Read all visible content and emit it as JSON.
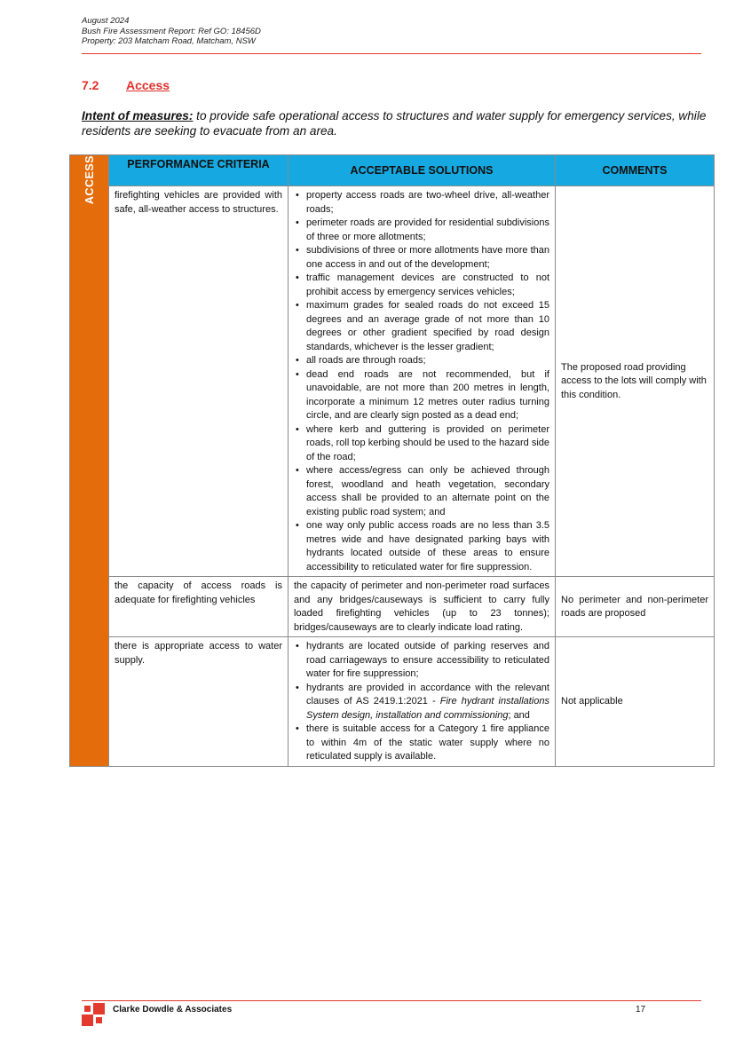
{
  "header": {
    "line1": "August 2024",
    "line2": "Bush Fire Assessment Report: Ref GO: 18456D",
    "line3": "Property: 203 Matcham Road, Matcham, NSW"
  },
  "section": {
    "number": "7.2",
    "title": "Access"
  },
  "intent": {
    "lead": "Intent of measures:",
    "text": " to provide safe operational access to structures and water supply for emergency services, while residents are seeking to evacuate from an area."
  },
  "table": {
    "side_label": "ACCESS",
    "headers": [
      "PERFORMANCE CRITERIA",
      "ACCEPTABLE SOLUTIONS",
      "COMMENTS"
    ],
    "rows": [
      {
        "criteria": "firefighting vehicles are provided with safe, all-weather access to structures.",
        "solutions": [
          "property access roads are two-wheel drive, all-weather roads;",
          "perimeter roads are provided for residential subdivisions of three or more allotments;",
          "subdivisions of three or more allotments have more than one access in and out of the development;",
          "traffic management devices are constructed to not prohibit access by emergency services vehicles;",
          "maximum grades for sealed roads do not exceed 15 degrees and an average grade of not more than 10 degrees or other gradient specified by road design standards, whichever is the lesser gradient;",
          "all roads are through roads;",
          "dead end roads are not recommended, but if unavoidable, are not more than 200 metres in length, incorporate a minimum 12 metres outer radius turning circle, and are clearly sign posted as a dead end;",
          "where kerb and guttering is provided on perimeter roads, roll top kerbing should be used to the hazard side of the road;",
          "where access/egress can only be achieved through forest, woodland and heath vegetation, secondary access shall be provided to an alternate point on the existing public road system; and",
          "one way only public access roads are no less than 3.5 metres wide and have designated parking bays with hydrants located outside of these areas to ensure accessibility to reticulated water for fire suppression."
        ],
        "comment": "The proposed road providing access to the lots will comply with this condition."
      },
      {
        "criteria": "the capacity of access roads is adequate for firefighting vehicles",
        "solution_text": "the capacity of perimeter and non-perimeter road surfaces and any bridges/causeways is sufficient to carry fully loaded firefighting vehicles (up to 23 tonnes); bridges/causeways are to clearly indicate load rating.",
        "comment": "No perimeter and non-perimeter roads are proposed"
      },
      {
        "criteria": "there is appropriate access to water supply.",
        "sol1": "hydrants are located outside of parking reserves and road carriageways to ensure accessibility to reticulated water for fire suppression;",
        "sol2_pre": "hydrants are provided in accordance with the relevant clauses of AS 2419.1:2021 - ",
        "sol2_italic": "Fire hydrant installations System design, installation and commissioning",
        "sol2_post": "; and",
        "sol3": "there is suitable access for a Category 1 fire appliance to within 4m of the static water supply where no reticulated supply is available.",
        "comment": "Not applicable"
      }
    ]
  },
  "footer": {
    "company": "Clarke Dowdle & Associates",
    "page": "17"
  },
  "colors": {
    "accent_red": "#e23a2e",
    "header_blue": "#16a9e1",
    "side_orange": "#e46c0a"
  }
}
